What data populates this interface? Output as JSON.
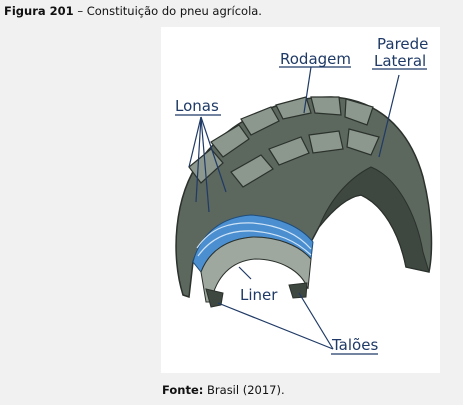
{
  "caption": {
    "figure_label": "Figura 201",
    "figure_text": " – Constituição do pneu agrícola."
  },
  "diagram": {
    "labels": {
      "rodagem": "Rodagem",
      "parede_line1": "Parede",
      "parede_line2": "Lateral",
      "lonas": "Lonas",
      "liner": "Liner",
      "taloes": "Talões"
    },
    "colors": {
      "tread_dark": "#3e4740",
      "tread_mid": "#5c675e",
      "tread_light": "#8c978d",
      "ply_blue": "#4b8fd0",
      "label_text": "#1f3a66",
      "leader_line": "#1f3a66"
    }
  },
  "source": {
    "label": "Fonte:",
    "text": " Brasil (2017)."
  }
}
